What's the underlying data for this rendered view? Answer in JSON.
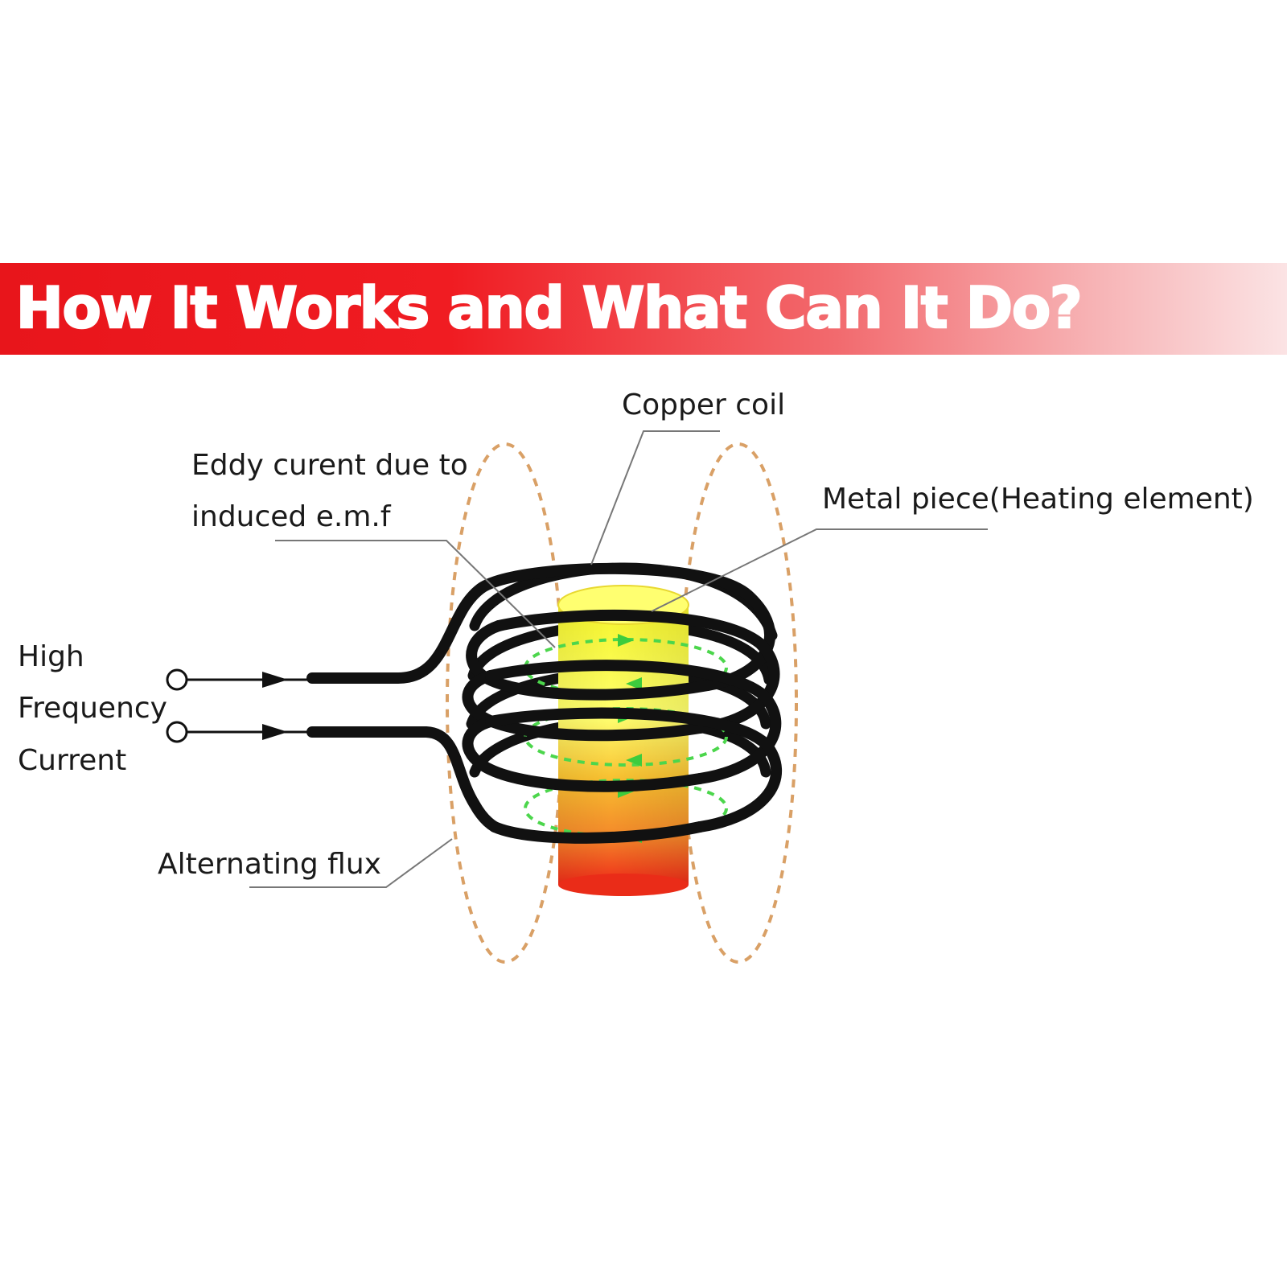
{
  "title": "How It Works and What Can It Do?",
  "labels": {
    "copper_coil": "Copper coil",
    "eddy_line1": "Eddy curent due to",
    "eddy_line2": "induced e.m.f",
    "metal_piece": "Metal piece(Heating element)",
    "hf_line1": "High",
    "hf_line2": "Frequency",
    "hf_line3": "Current",
    "alt_flux": "Alternating flux"
  },
  "colors": {
    "banner_red": "#e8151b",
    "title_text": "#ffffff",
    "coil": "#111111",
    "flux": "#d9a066",
    "eddy": "#4cd64c",
    "metal_top": "#ffff66",
    "metal_bottom": "#f03a1a"
  }
}
